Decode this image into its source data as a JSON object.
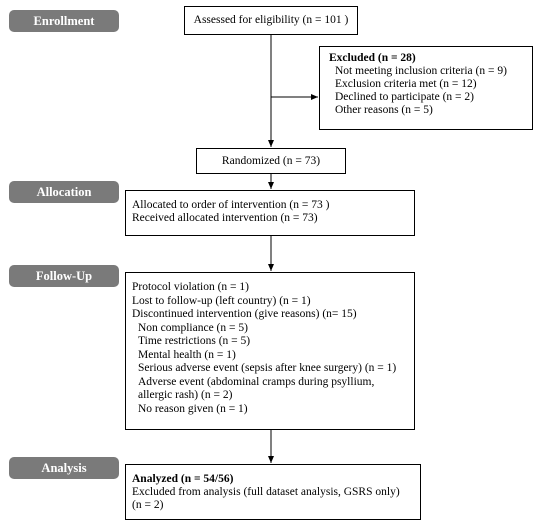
{
  "stages": {
    "enrollment": "Enrollment",
    "allocation": "Allocation",
    "followup": "Follow-Up",
    "analysis": "Analysis"
  },
  "assessed": "Assessed for eligibility (n = 101 )",
  "excluded": {
    "title": "Excluded  (n = 28)",
    "items": [
      "Not meeting inclusion criteria (n = 9)",
      "Exclusion criteria met (n = 12)",
      "Declined to participate (n = 2)",
      "Other reasons (n = 5)"
    ]
  },
  "randomized": "Randomized (n = 73)",
  "allocation_box": [
    "Allocated to order of intervention (n = 73 )",
    "Received allocated intervention (n = 73)"
  ],
  "followup_box": {
    "lines": [
      "Protocol violation  (n = 1)",
      "Lost to follow-up (left country) (n = 1)",
      "Discontinued intervention (give reasons) (n= 15)"
    ],
    "reasons": [
      "Non compliance (n = 5)",
      "Time restrictions (n = 5)",
      "Mental health  (n = 1)",
      "Serious adverse event (sepsis after knee surgery) (n = 1)",
      "Adverse event (abdominal cramps during psyllium,",
      "allergic rash) (n = 2)",
      "No reason given (n = 1)"
    ]
  },
  "analysis_box": {
    "title": "Analyzed  (n = 54/56)",
    "lines": [
      "Excluded from analysis (full dataset analysis, GSRS only)",
      "(n = 2)"
    ]
  }
}
